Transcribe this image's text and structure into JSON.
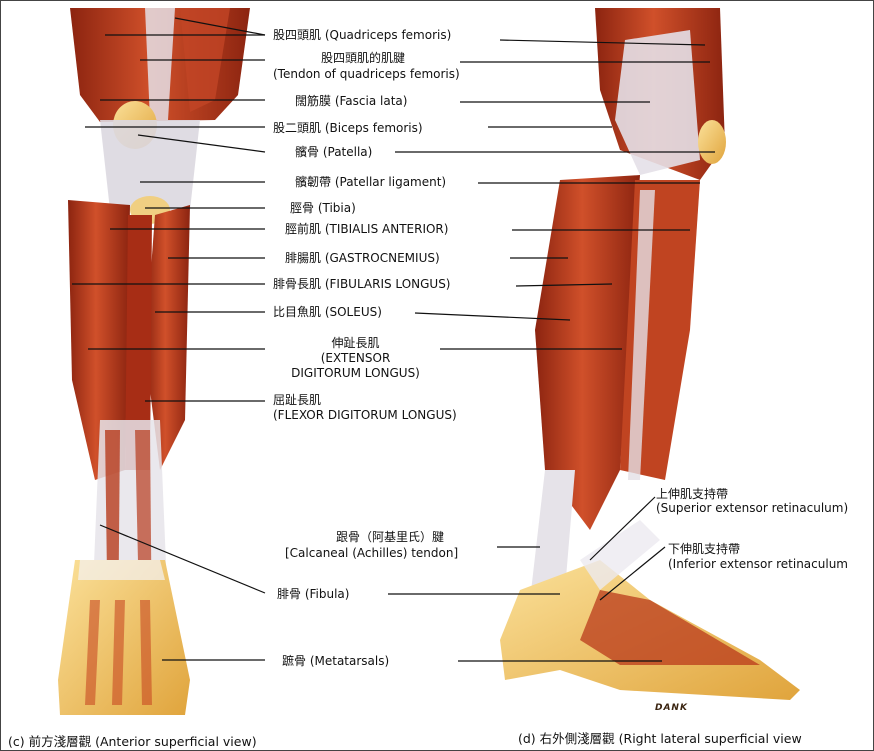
{
  "labels": {
    "quadriceps": "股四頭肌 (Quadriceps femoris)",
    "quad_tendon_cn": "股四頭肌的肌腱",
    "quad_tendon_en": "(Tendon of quadriceps femoris)",
    "fascia_lata": "闊筋膜 (Fascia lata)",
    "biceps_femoris": "股二頭肌 (Biceps femoris)",
    "patella": "髕骨 (Patella)",
    "patellar_ligament": "髕韌帶 (Patellar ligament)",
    "tibia": "脛骨 (Tibia)",
    "tibialis_anterior": "脛前肌 (TIBIALIS ANTERIOR)",
    "gastrocnemius": "腓腸肌 (GASTROCNEMIUS)",
    "fibularis_longus": "腓骨長肌 (FIBULARIS LONGUS)",
    "soleus": "比目魚肌 (SOLEUS)",
    "edl_line1": "伸趾長肌",
    "edl_line2": "(EXTENSOR",
    "edl_line3": "DIGITORUM LONGUS)",
    "fdl_line1": "屈趾長肌",
    "fdl_line2": "(FLEXOR DIGITORUM LONGUS)",
    "sup_retinaculum_cn": "上伸肌支持帶",
    "sup_retinaculum_en": "(Superior extensor retinaculum)",
    "achilles_cn": "跟骨（阿基里氏）腱",
    "achilles_en": "[Calcaneal (Achilles) tendon]",
    "inf_retinaculum_cn": "下伸肌支持帶",
    "inf_retinaculum_en": "(Inferior extensor retinaculum",
    "fibula": "腓骨 (Fibula)",
    "metatarsals": "蹠骨 (Metatarsals)"
  },
  "captions": {
    "left": "(c) 前方淺層觀 (Anterior superficial view)",
    "right": "(d) 右外側淺層觀 (Right lateral superficial view"
  },
  "signature": "DANK",
  "colors": {
    "muscle": "#b8341a",
    "muscle_dark": "#7d1f0c",
    "muscle_light": "#d9572e",
    "tendon": "#e8e6ec",
    "bone": "#f2c25a",
    "leader": "#111111"
  }
}
